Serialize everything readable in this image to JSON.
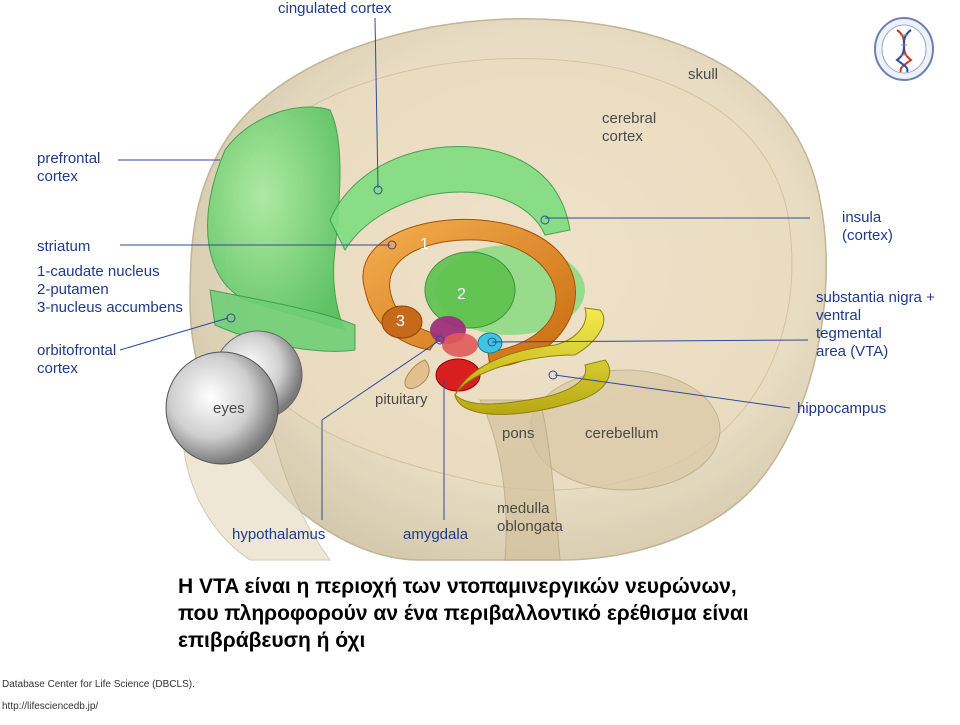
{
  "labels": {
    "cingulated_cortex": "cingulated cortex",
    "skull": "skull",
    "cerebral_cortex": "cerebral\ncortex",
    "prefrontal_cortex": "prefrontal\ncortex",
    "insula": "insula\n(cortex)",
    "striatum": "striatum",
    "striatum_parts": "1-caudate nucleus\n2-putamen\n3-nucleus accumbens",
    "substantia_nigra": "substantia nigra +\nventral\ntegmental\narea (VTA)",
    "orbitofrontal_cortex": "orbitofrontal\ncortex",
    "eyes": "eyes",
    "pituitary": "pituitary",
    "hippocampus": "hippocampus",
    "pons": "pons",
    "cerebellum": "cerebellum",
    "medulla_oblongata": "medulla\noblongata",
    "hypothalamus": "hypothalamus",
    "amygdala": "amygdala",
    "num_1": "1",
    "num_2": "2",
    "num_3": "3"
  },
  "caption": {
    "line1": "Η VTA είναι η περιοχή των ντοπαμινεργικών νευρώνων,",
    "line2": "που πληροφορούν αν ένα περιβαλλοντικό ερέθισμα είναι",
    "line3": "επιβράβευση ή όχι"
  },
  "credits": {
    "line1": "Database Center for Life Science (DBCLS).",
    "line2": "http://lifesciencedb.jp/"
  },
  "logo": {
    "icon": "dna-emblem-icon"
  },
  "colors": {
    "label_blue": "#1f3a8a",
    "green": "#7ed67a",
    "orange": "#e8902a",
    "yellow": "#e6d81e",
    "red": "#d81e1e",
    "purple": "#a0307a",
    "cyan": "#3ec6e0"
  }
}
